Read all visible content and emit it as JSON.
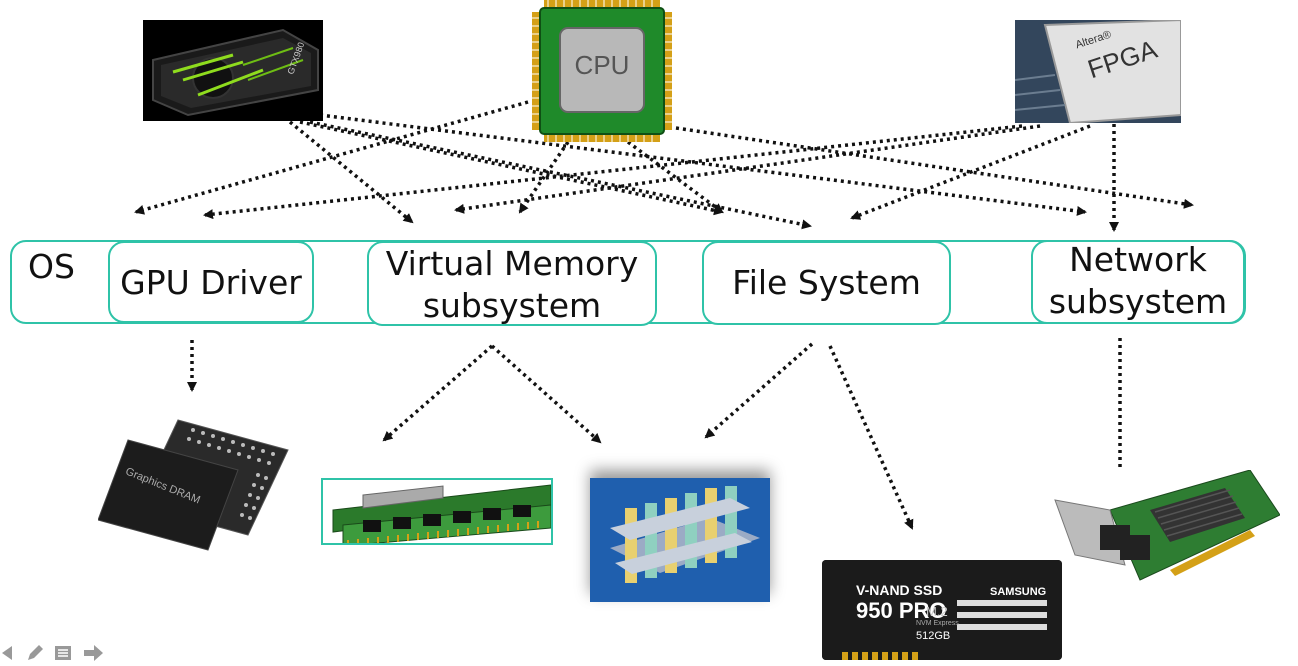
{
  "hardware_top": {
    "cpu_label": "CPU",
    "fpga_brand": "Altera®",
    "fpga_label": "FPGA",
    "gpu_card_text": "GTX980"
  },
  "os_bar": {
    "os_label": "OS",
    "components": [
      {
        "label_line1": "GPU Driver",
        "label_line2": ""
      },
      {
        "label_line1": "Virtual Memory",
        "label_line2": "subsystem"
      },
      {
        "label_line1": "File System",
        "label_line2": ""
      },
      {
        "label_line1": "Network",
        "label_line2": "subsystem"
      }
    ]
  },
  "hardware_bottom": {
    "gddr_text": "Graphics DRAM",
    "ssd": {
      "line1": "V-NAND SSD",
      "model": "950 PRO",
      "form": "M.2",
      "nvm": "NVM Express",
      "size": "512GB",
      "brand": "SAMSUNG"
    }
  },
  "colors": {
    "accent": "#2fc3a8",
    "cpu_green": "#1f8a2a",
    "cpu_gold": "#d4a017"
  },
  "icons": [
    "gpu-card-icon",
    "cpu-chip-icon",
    "fpga-chip-icon",
    "gddr-chip-icon",
    "dram-module-icon",
    "nvm-3d-icon",
    "ssd-icon",
    "nic-card-icon"
  ]
}
